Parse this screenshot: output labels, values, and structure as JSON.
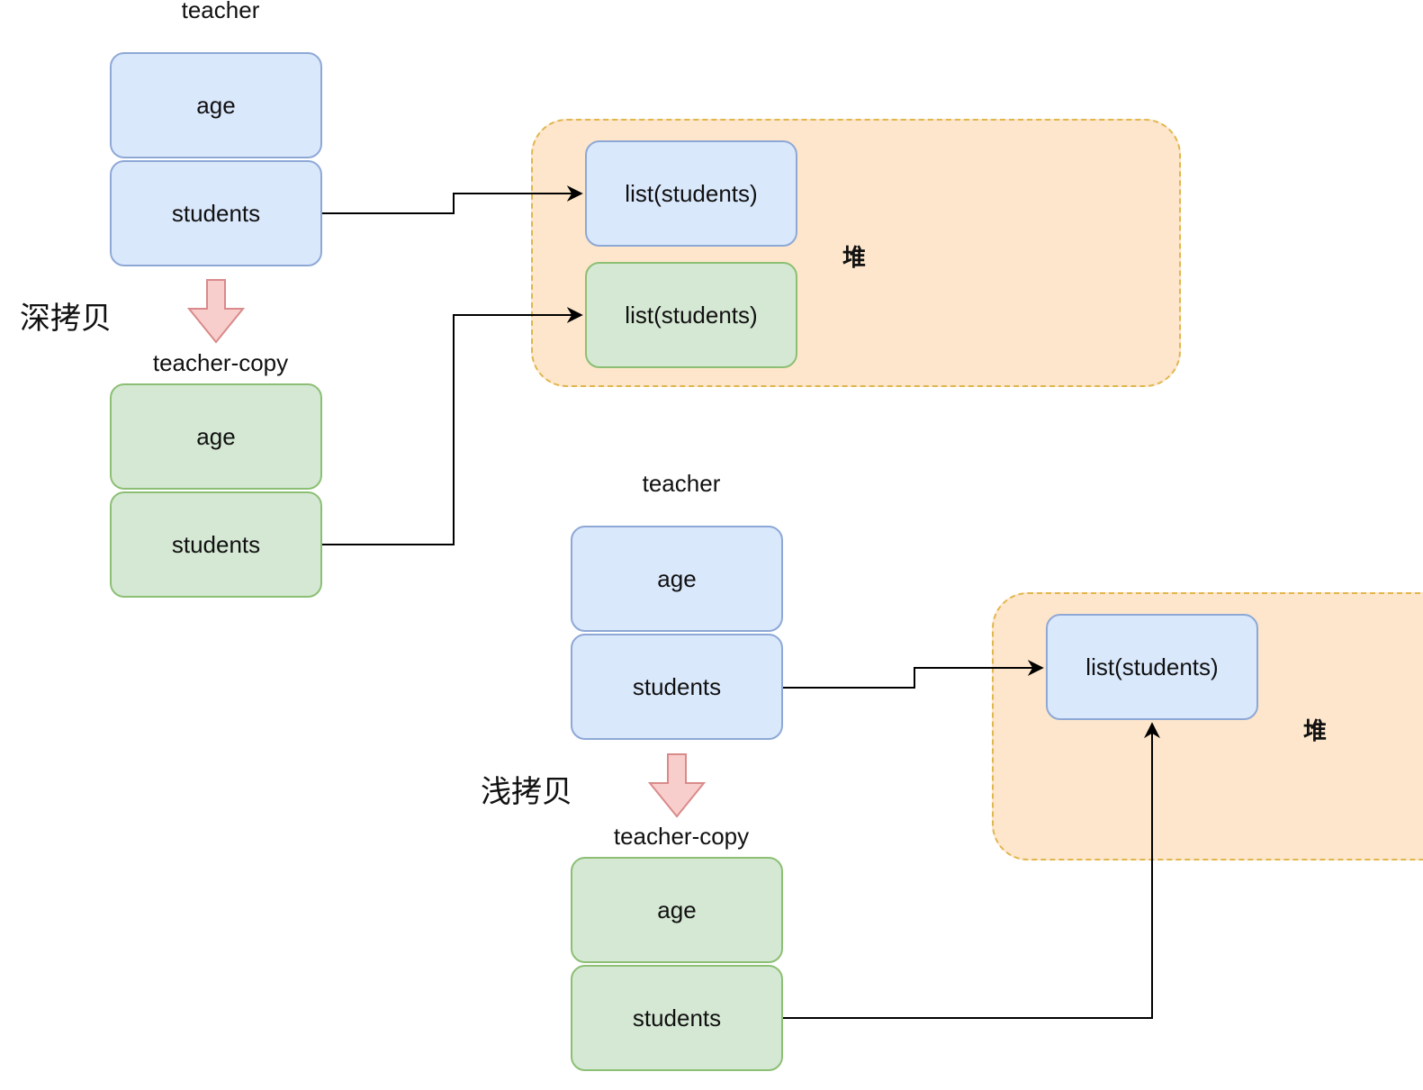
{
  "deep_copy": {
    "title": "深拷贝",
    "teacher_label": "teacher",
    "teacher_fields": [
      "age",
      "students"
    ],
    "copy_label": "teacher-copy",
    "copy_fields": [
      "age",
      "students"
    ],
    "heap_label": "堆",
    "heap_items": [
      "list(students)",
      "list(students)"
    ]
  },
  "shallow_copy": {
    "title": "浅拷贝",
    "teacher_label": "teacher",
    "teacher_fields": [
      "age",
      "students"
    ],
    "copy_label": "teacher-copy",
    "copy_fields": [
      "age",
      "students"
    ],
    "heap_label": "堆",
    "heap_items": [
      "list(students)"
    ]
  },
  "colors": {
    "original_fill": "#dae8fc",
    "copy_fill": "#d5e8d4",
    "heap_fill": "#fde6cb",
    "arrow_fill": "#f8cecc"
  }
}
